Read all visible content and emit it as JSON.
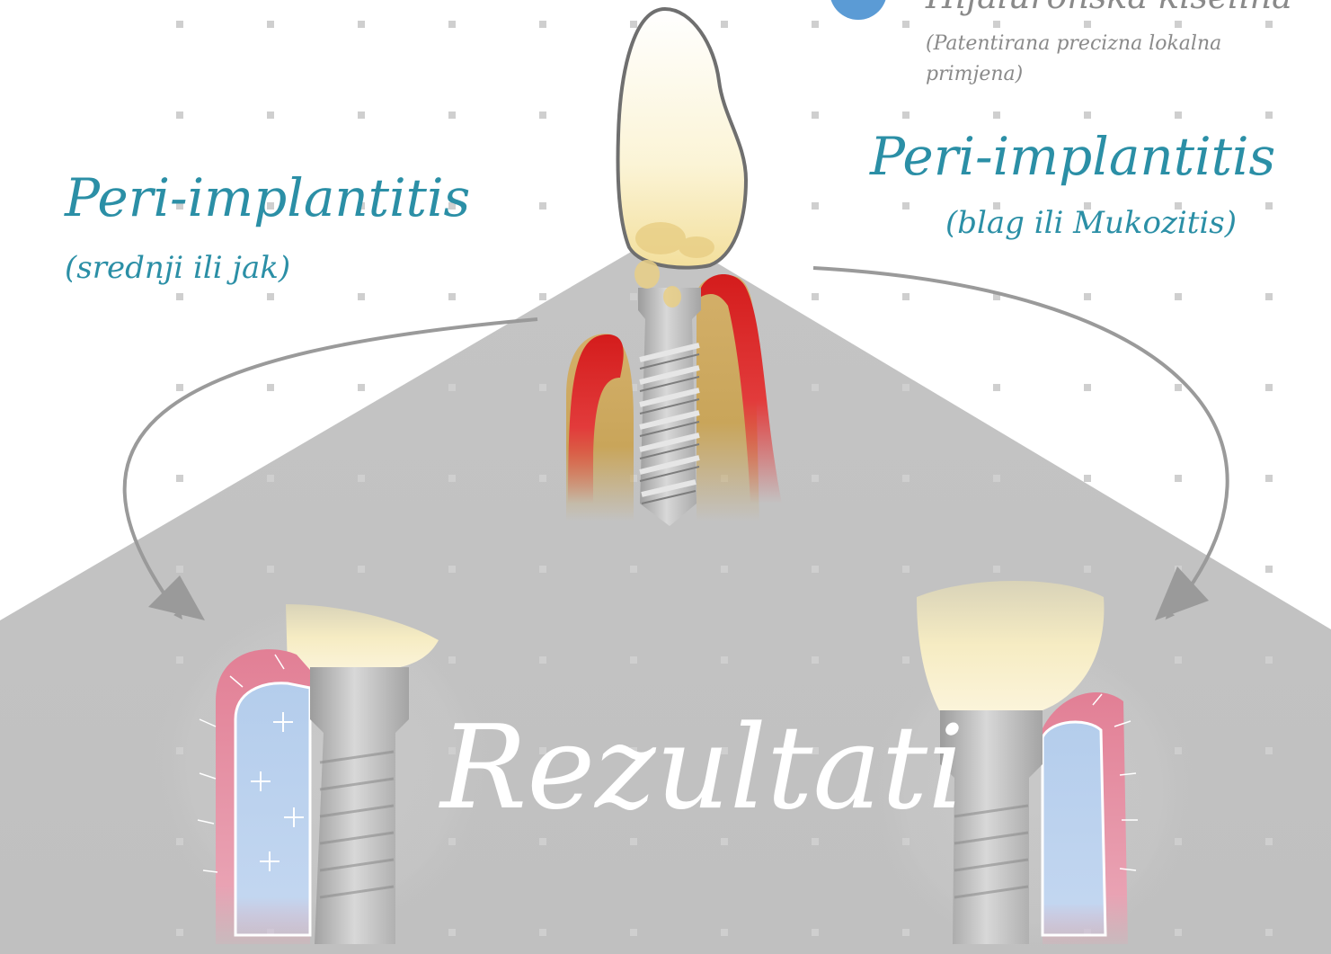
{
  "legend": {
    "title": "Hijaluronska kiselina",
    "note_line1": "(Patentirana precizna lokalna",
    "note_line2": "primjena)",
    "color": "#5b9bd5"
  },
  "branches": {
    "left": {
      "title": "Peri-implantitis",
      "subtitle": "(srednji ili jak)"
    },
    "right": {
      "title": "Peri-implantitis",
      "subtitle": "(blag ili Mukozitis)"
    }
  },
  "result": {
    "label": "Rezultati"
  },
  "colors": {
    "label_teal": "#2b8fa6",
    "note_grey": "#8a8a8a",
    "background_grey": "#c4c4c4",
    "gum_inflamed": "#d62020",
    "gum_healthy": "#e8899c",
    "bone_regenerated": "#b9d1ee",
    "bone": "#c9a55a",
    "crown": "#f8f1cf",
    "implant": "#b6b6b6"
  },
  "icons": [
    "implant-icon",
    "crown-icon",
    "arrow-icon",
    "sparkle-icon"
  ]
}
